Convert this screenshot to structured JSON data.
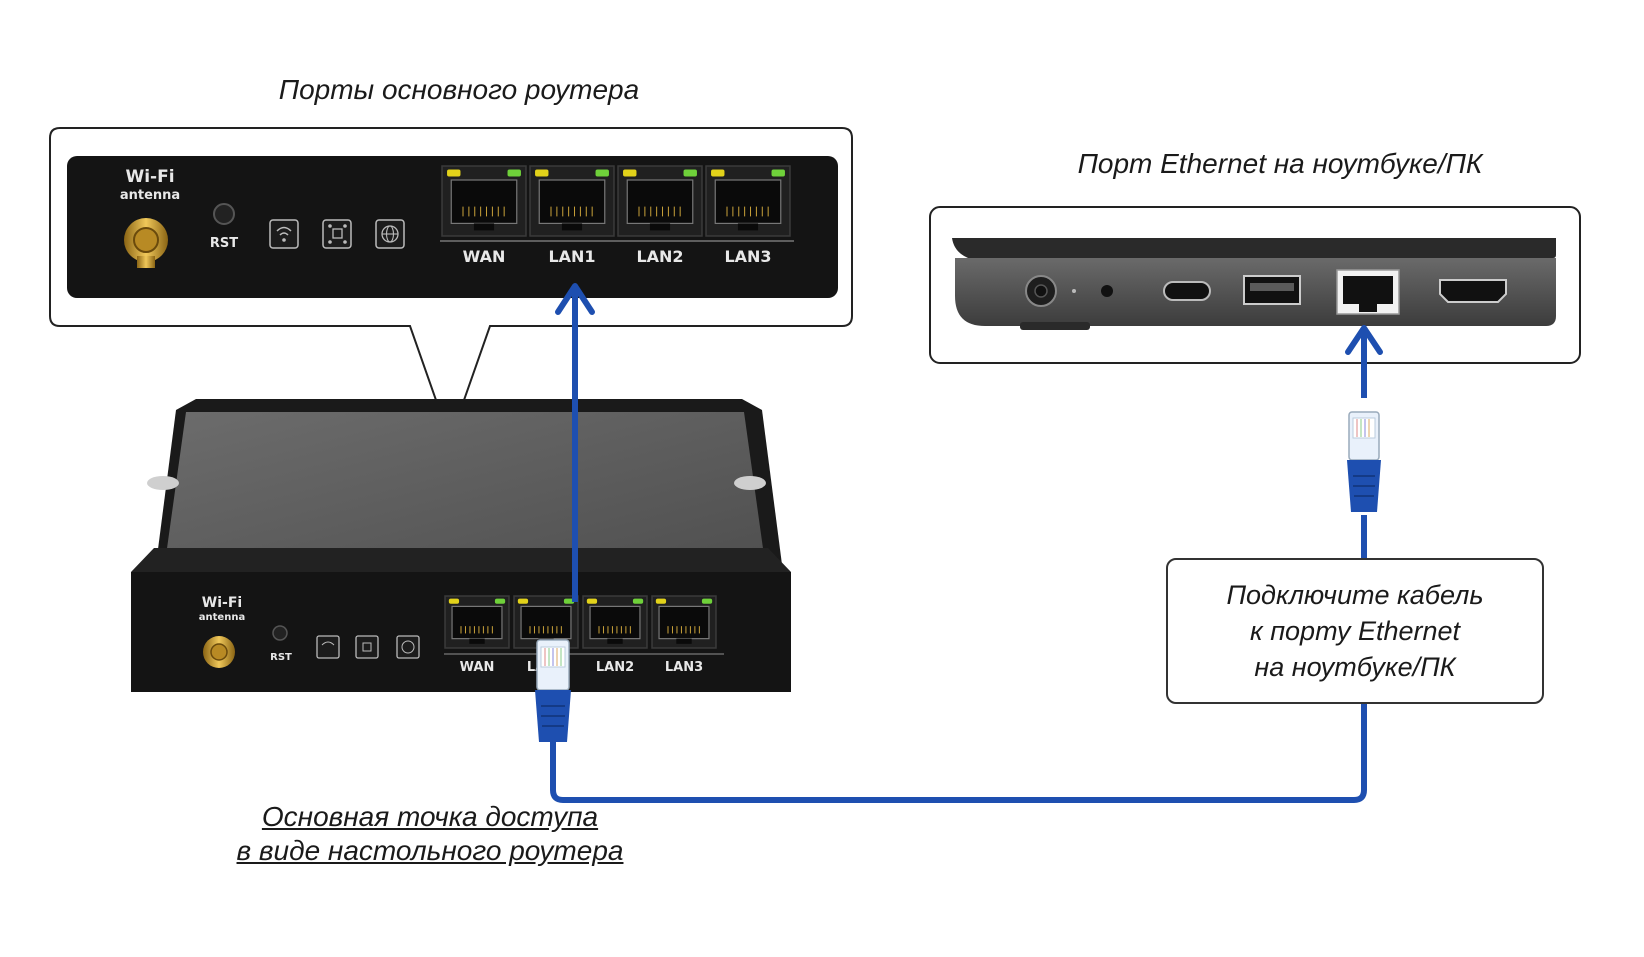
{
  "captions": {
    "router_ports_title": "Порты основного роутера",
    "laptop_port_title": "Порт Ethernet на ноутбуке/ПК",
    "main_ap_line1": "Основная точка доступа",
    "main_ap_line2": "в виде настольного роутера"
  },
  "callout": {
    "line1": "Подключите кабель",
    "line2": "к порту Ethernet",
    "line3": "на ноутбуке/ПК"
  },
  "router_panel": {
    "wifi_label": "Wi-Fi",
    "antenna_label": "antenna",
    "rst_label": "RST",
    "ports": [
      "WAN",
      "LAN1",
      "LAN2",
      "LAN3"
    ]
  },
  "router_device": {
    "wifi_label": "Wi-Fi",
    "antenna_label": "antenna",
    "rst_label": "RST",
    "ports": [
      "WAN",
      "LAN1",
      "LAN2",
      "LAN3"
    ]
  },
  "colors": {
    "cable": "#1e4fb0",
    "led_yellow": "#e2d21a",
    "led_green": "#6fd13a",
    "antenna_gold": "#d4a52e"
  },
  "icons": [
    "wifi-icon",
    "network-icon",
    "globe-icon",
    "arrow-up-icon",
    "rj45-plug-icon",
    "laptop-icon"
  ]
}
